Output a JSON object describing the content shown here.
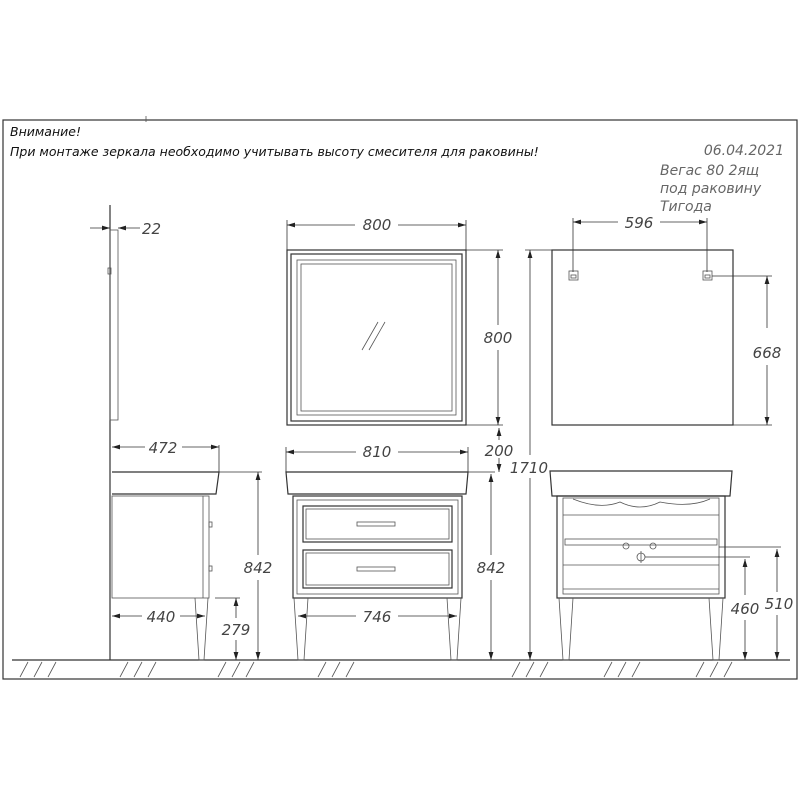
{
  "notes": {
    "title": "Внимание!",
    "warning": "При монтаже зеркала необходимо учитывать высоту смесителя для раковины!"
  },
  "meta": {
    "date": "06.04.2021",
    "model_line1": "Вегас 80 2ящ",
    "model_line2": "под раковину",
    "model_line3": "Тигода"
  },
  "dimensions": {
    "mirror_depth": "22",
    "mirror_width": "800",
    "mirror_height": "800",
    "hook_spacing": "596",
    "hook_height": "668",
    "sink_depth": "472",
    "sink_width": "810",
    "gap_sink_mirror": "200",
    "total_height": "1710",
    "vanity_height_side": "842",
    "vanity_height_front": "842",
    "cabinet_depth": "440",
    "leg_height": "279",
    "leg_spacing": "746",
    "drain_height": "460",
    "water_height": "510"
  }
}
